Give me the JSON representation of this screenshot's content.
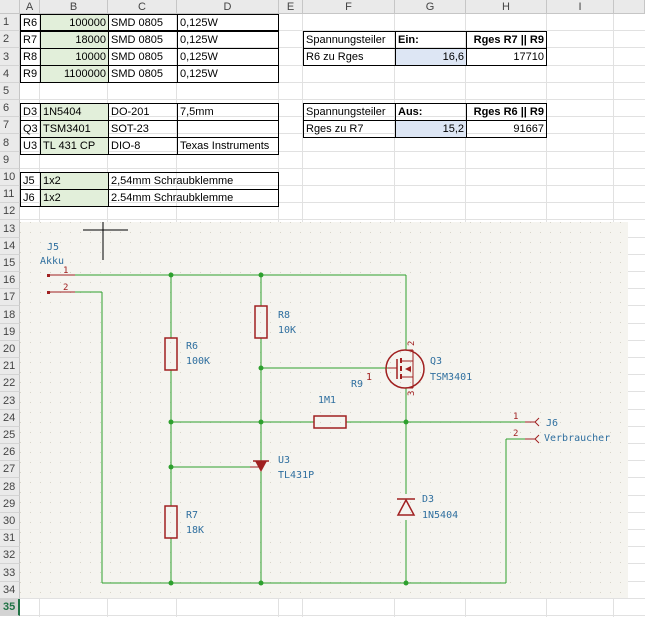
{
  "columns": [
    "A",
    "B",
    "C",
    "D",
    "E",
    "F",
    "G",
    "H",
    "I"
  ],
  "rows": [
    "1",
    "2",
    "3",
    "4",
    "5",
    "6",
    "7",
    "8",
    "9",
    "10",
    "11",
    "12",
    "13",
    "14",
    "15",
    "16",
    "17",
    "18",
    "19",
    "20",
    "21",
    "22",
    "23",
    "24",
    "25",
    "26",
    "27",
    "28",
    "29",
    "30",
    "31",
    "32",
    "33",
    "34",
    "35"
  ],
  "selected_row": "35",
  "parts_table_1": [
    [
      "R6",
      "100000",
      "SMD 0805",
      "0,125W"
    ],
    [
      "R7",
      "18000",
      "SMD 0805",
      "0,125W"
    ],
    [
      "R8",
      "10000",
      "SMD 0805",
      "0,125W"
    ],
    [
      "R9",
      "1100000",
      "SMD 0805",
      "0,125W"
    ]
  ],
  "parts_table_2": [
    [
      "D3",
      "1N5404",
      "DO-201",
      "7,5mm"
    ],
    [
      "Q3",
      "TSM3401",
      "SOT-23",
      ""
    ],
    [
      "U3",
      "TL 431 CP",
      "DIO-8",
      "Texas Instruments"
    ]
  ],
  "parts_table_3": [
    [
      "J5",
      "1x2",
      "2,54mm Schraubklemme"
    ],
    [
      "J6",
      "1x2",
      "2.54mm Schraubklemme"
    ]
  ],
  "calc_on": {
    "label": "Spannungsteiler",
    "mode": "Ein:",
    "header": "Rges R7 || R9",
    "row_label": "R6 zu Rges",
    "ratio": "16,6",
    "value": "17710"
  },
  "calc_off": {
    "label": "Spannungsteiler",
    "mode": "Aus:",
    "header": "Rges R6 || R9",
    "row_label": "Rges zu R7",
    "ratio": "15,2",
    "value": "91667"
  },
  "schematic": {
    "J5": {
      "ref": "J5",
      "value": "Akku",
      "pin1": "1",
      "pin2": "2"
    },
    "J6": {
      "ref": "J6",
      "value": "Verbraucher",
      "pin1": "1",
      "pin2": "2"
    },
    "R6": {
      "ref": "R6",
      "value": "100K"
    },
    "R7": {
      "ref": "R7",
      "value": "18K"
    },
    "R8": {
      "ref": "R8",
      "value": "10K"
    },
    "R9": {
      "ref": "R9",
      "value": "1M1"
    },
    "Q3": {
      "ref": "Q3",
      "value": "TSM3401",
      "pin1": "1",
      "pin2": "2",
      "pin3": "3"
    },
    "U3": {
      "ref": "U3",
      "value": "TL431P"
    },
    "D3": {
      "ref": "D3",
      "value": "1N5404"
    }
  }
}
